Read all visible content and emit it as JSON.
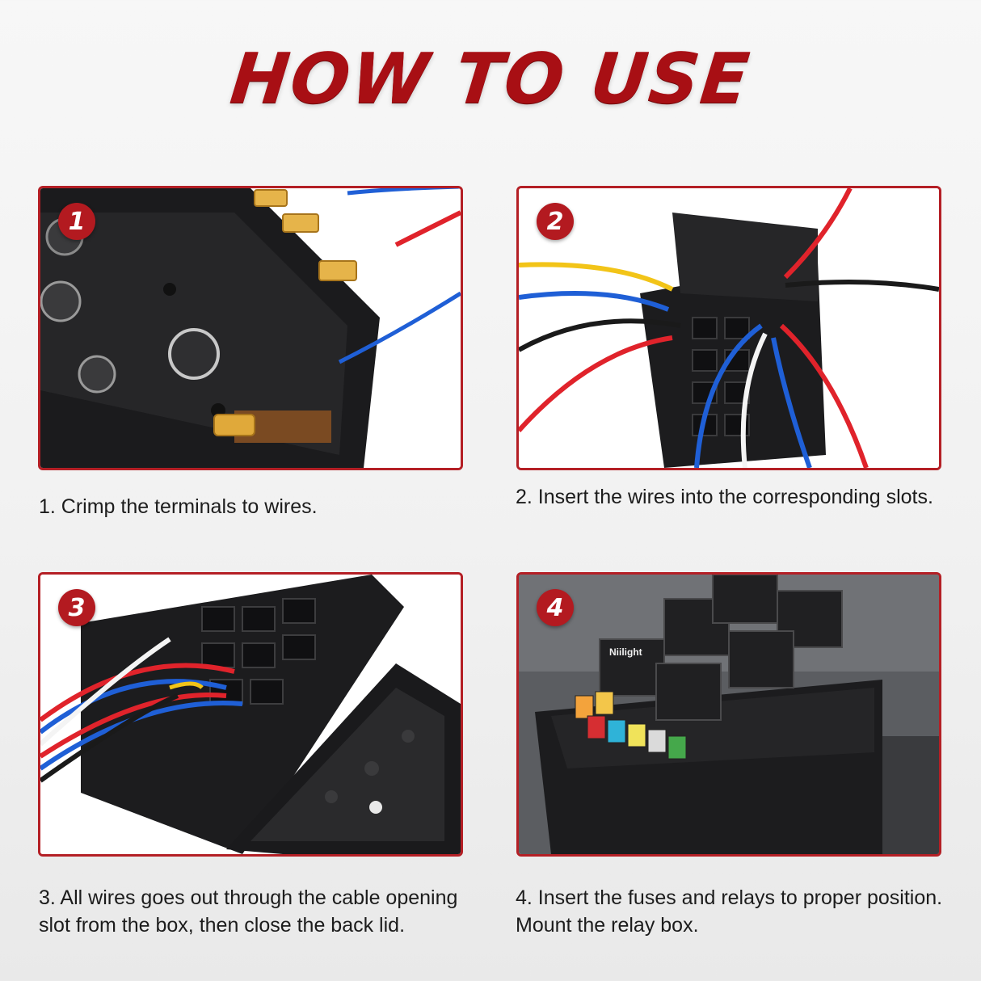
{
  "title": "HOW TO USE",
  "steps": [
    {
      "number": "1",
      "caption": "1.  Crimp the terminals to wires."
    },
    {
      "number": "2",
      "caption": "2.  Insert the wires into the corresponding slots."
    },
    {
      "number": "3",
      "caption": "3. All wires goes out through the cable opening slot from the box, then close the back lid."
    },
    {
      "number": "4",
      "caption": "4. Insert the fuses and relays to proper position. Mount the relay box."
    }
  ],
  "relay_label": "Niilight",
  "colors": {
    "accent": "#b31a20",
    "border": "#b41f25",
    "wire_red": "#e0232b",
    "wire_blue": "#1f5fd6",
    "wire_yellow": "#f2c418",
    "wire_black": "#1a1a1a",
    "wire_white": "#f4f4f4"
  }
}
